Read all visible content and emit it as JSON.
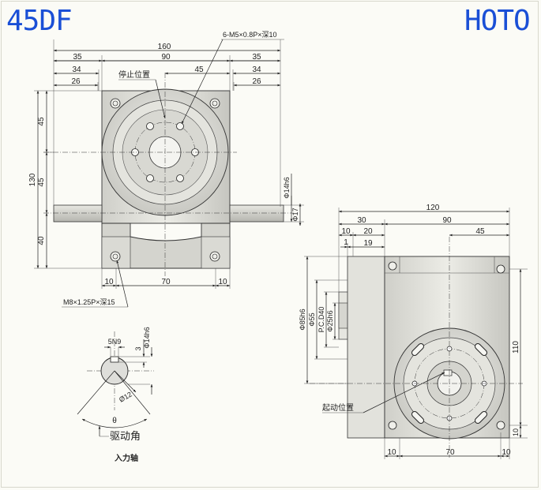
{
  "header": {
    "model": "45DF",
    "brand": "HOTO"
  },
  "front_view": {
    "dim_overall_width": "160",
    "dim_body_width": "90",
    "dim_left_35": "35",
    "dim_right_35": "35",
    "dim_left_34": "34",
    "dim_right_34": "34",
    "dim_left_26": "26",
    "dim_right_26": "26",
    "dim_half_45": "45",
    "dim_height_130": "130",
    "dim_upper_45": "45",
    "dim_lower_45": "45",
    "dim_base_40": "40",
    "dim_shaft_dia": "Φ14h6",
    "dim_shaft_17": "Φ17",
    "dim_foot_10_left": "10",
    "dim_foot_70": "70",
    "dim_foot_10_right": "10",
    "note_stop_position": "停止位置",
    "note_output_holes": "6-M5×0.8P×深10",
    "note_base_holes": "M8×1.25P×深15"
  },
  "shaft_detail": {
    "keyway": "5N9",
    "key_depth": "3",
    "shaft_dia": "Φ14h6",
    "bolt_circle": "Ø12",
    "angle_symbol": "θ",
    "drive_angle_label": "驱动角",
    "title": "入力轴"
  },
  "side_view": {
    "dim_total_120": "120",
    "dim_30": "30",
    "dim_90": "90",
    "dim_10": "10",
    "dim_20": "20",
    "dim_45": "45",
    "dim_1": "1",
    "dim_19": "19",
    "dim_dia_85": "Φ85h6",
    "dim_dia_55": "Φ55",
    "dim_pcd_40": "P.C.D40",
    "dim_dia_25": "Φ25h6",
    "dim_height_110": "110",
    "dim_10_right": "10",
    "dim_bottom_10_left": "10",
    "dim_bottom_70": "70",
    "dim_bottom_10_right": "10",
    "note_start_position": "起动位置"
  }
}
